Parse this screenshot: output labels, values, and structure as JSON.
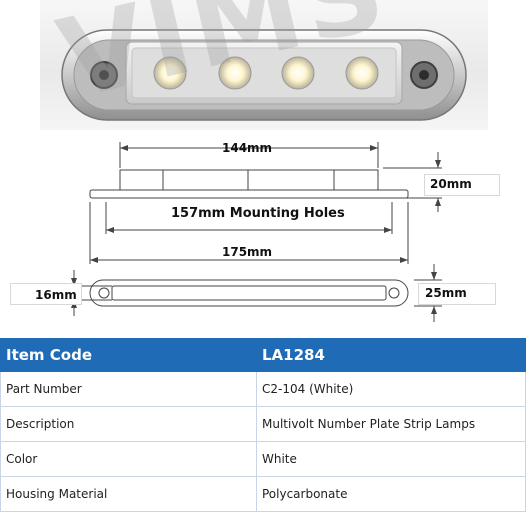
{
  "photo": {
    "watermark": "VIMS",
    "colors": {
      "housing": "#d9d9d9",
      "lens": "#eeeeee",
      "led": "#fff8d6"
    }
  },
  "dimensions": {
    "top_length": "144mm",
    "height": "20mm",
    "mounting_holes": "157mm Mounting Holes",
    "overall_length": "175mm",
    "base_height": "16mm",
    "base_width": "25mm"
  },
  "table": {
    "header": {
      "label": "Item Code",
      "value": "LA1284"
    },
    "rows": [
      {
        "label": "Part Number",
        "value": "C2-104 (White)"
      },
      {
        "label": "Description",
        "value": "Multivolt Number Plate Strip Lamps"
      },
      {
        "label": "Color",
        "value": "White"
      },
      {
        "label": "Housing Material",
        "value": "Polycarbonate"
      }
    ],
    "colors": {
      "header_bg": "#1f6bb5",
      "border": "#c9d5e6"
    }
  }
}
